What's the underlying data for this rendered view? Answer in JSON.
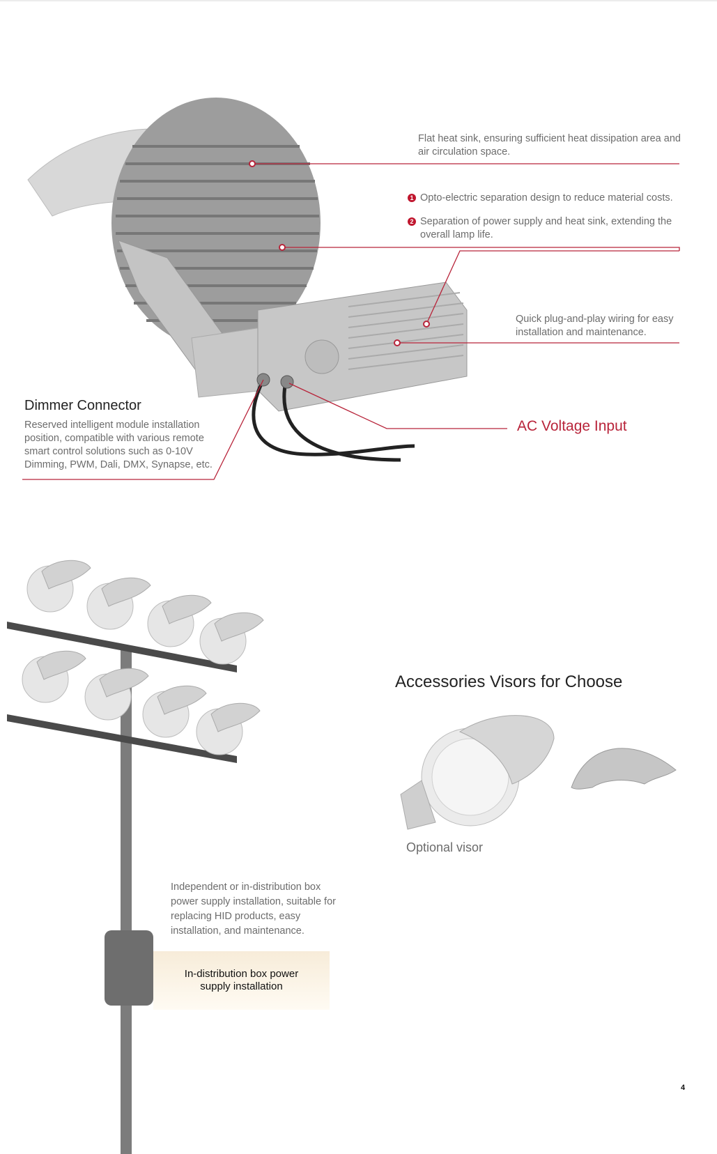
{
  "callouts": {
    "heat_sink": "Flat heat sink, ensuring sufficient heat dissipation area and air circulation space.",
    "point1_num": "1",
    "point1": "Opto-electric separation design to reduce material costs.",
    "point2_num": "2",
    "point2": "Separation of power supply and heat sink, extending the overall lamp life.",
    "wiring": "Quick plug-and-play wiring for easy installation and maintenance."
  },
  "dimmer": {
    "title": "Dimmer Connector",
    "description": "Reserved intelligent module installation position, compatible with various remote smart control solutions such as 0-10V Dimming, PWM, Dali, DMX, Synapse, etc."
  },
  "ac_input": "AC Voltage Input",
  "accessories": {
    "title": "Accessories Visors for Choose",
    "caption": "Optional visor"
  },
  "installation": {
    "description": "Independent or in-distribution box power supply installation, suitable for replacing HID products, easy installation, and maintenance.",
    "box_label": "In-distribution box power supply installation"
  },
  "page_number": "4",
  "colors": {
    "accent": "#b8243a",
    "metal": "#c9c9c9",
    "pole": "#7c7c7c"
  }
}
